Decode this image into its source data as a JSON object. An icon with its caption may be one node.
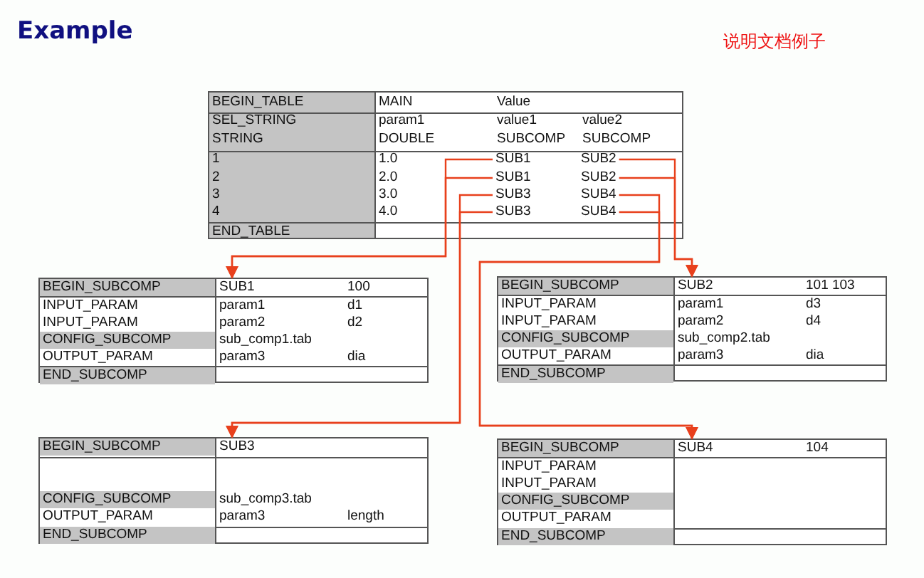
{
  "diagram": {
    "title": "Example",
    "nodes": [
      {
        "text": [
          "BEGIN_TABLE",
          "MAIN",
          "Value",
          "SEL_STRING",
          "param1",
          "value1",
          "value2",
          "STRING",
          "DOUBLE",
          "SUBCOMP",
          "SUBCOMP",
          "1",
          "1.0",
          "2",
          "2.0",
          "3",
          "3.0",
          "4",
          "4.0",
          "END_TABLE"
        ]
      },
      {
        "text": [
          "SUB1"
        ],
        "in": 0
      },
      {
        "text": [
          "SUB2"
        ],
        "in": 0
      },
      {
        "text": [
          "SUB1"
        ],
        "in": 0
      },
      {
        "text": [
          "SUB2"
        ],
        "in": 0
      },
      {
        "text": [
          "SUB3"
        ],
        "in": 0
      },
      {
        "text": [
          "SUB4"
        ],
        "in": 0
      },
      {
        "text": [
          "SUB3"
        ],
        "in": 0
      },
      {
        "text": [
          "SUB4"
        ],
        "in": 0
      },
      {
        "text": [
          "BEGIN_SUBCOMP",
          "SUB1",
          "100",
          "INPUT_PARAM",
          "param1",
          "d1",
          "INPUT_PARAM",
          "param2",
          "d2",
          "CONFIG_SUBCOMP",
          "sub_comp1.tab",
          "OUTPUT_PARAM",
          "param3",
          "dia",
          "END_SUBCOMP"
        ]
      },
      {
        "text": [
          "BEGIN_SUBCOMP",
          "SUB2",
          "101 103",
          "INPUT_PARAM",
          "param1",
          "d3",
          "INPUT_PARAM",
          "param2",
          "d4",
          "CONFIG_SUBCOMP",
          "sub_comp2.tab",
          "OUTPUT_PARAM",
          "param3",
          "dia",
          "END_SUBCOMP"
        ]
      },
      {
        "text": [
          "BEGIN_SUBCOMP",
          "SUB3",
          "CONFIG_SUBCOMP",
          "sub_comp3.tab",
          "OUTPUT_PARAM",
          "param3",
          "length",
          "END_SUBCOMP"
        ]
      },
      {
        "text": [
          "BEGIN_SUBCOMP",
          "SUB4",
          "104",
          "INPUT_PARAM",
          "INPUT_PARAM",
          "CONFIG_SUBCOMP",
          "OUTPUT_PARAM",
          "END_SUBCOMP"
        ]
      }
    ],
    "edges": [
      {
        "from": 1,
        "to": 9,
        "arrow": "to"
      },
      {
        "from": 3,
        "to": 9,
        "arrow": "to"
      },
      {
        "from": 2,
        "to": 10,
        "arrow": "to"
      },
      {
        "from": 4,
        "to": 10,
        "arrow": "to"
      },
      {
        "from": 5,
        "to": 11,
        "arrow": "to"
      },
      {
        "from": 7,
        "to": 11,
        "arrow": "to"
      },
      {
        "from": 6,
        "to": 12,
        "arrow": "to"
      },
      {
        "from": 8,
        "to": 12,
        "arrow": "to"
      }
    ],
    "labels": [
      "说明文档例子"
    ]
  }
}
